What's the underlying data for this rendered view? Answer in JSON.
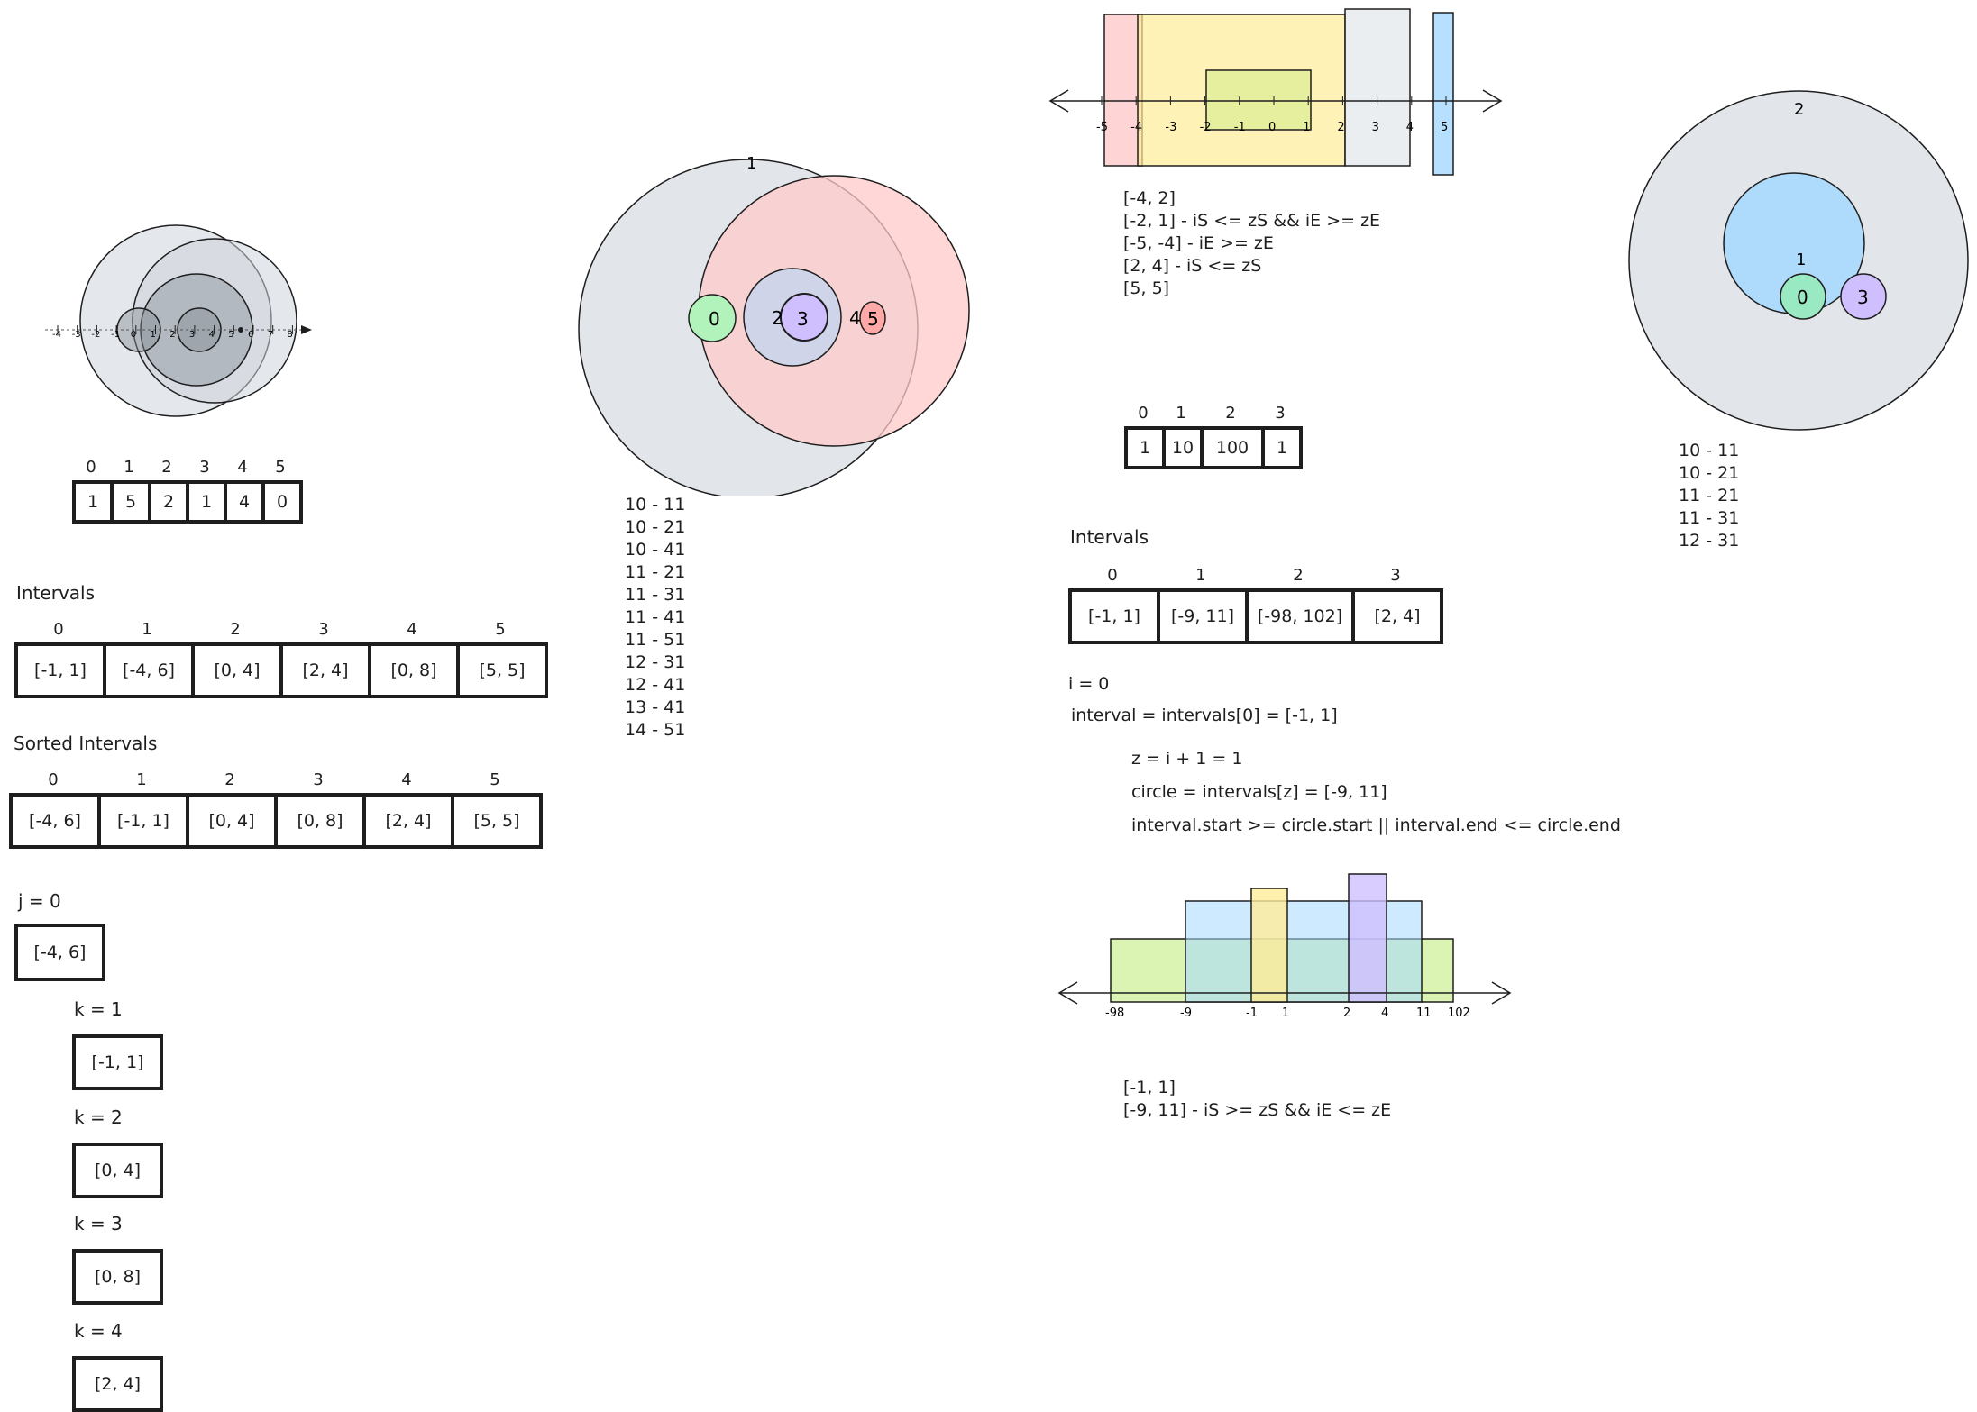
{
  "left": {
    "axis_ticks": [
      "-4",
      "-3",
      "-2",
      "-1",
      "0",
      "1",
      "2",
      "3",
      "4",
      "5",
      "6",
      "7",
      "8"
    ],
    "array": {
      "indices": [
        "0",
        "1",
        "2",
        "3",
        "4",
        "5"
      ],
      "values": [
        "1",
        "5",
        "2",
        "1",
        "4",
        "0"
      ]
    },
    "intervals_label": "Intervals",
    "intervals": {
      "indices": [
        "0",
        "1",
        "2",
        "3",
        "4",
        "5"
      ],
      "values": [
        "[-1, 1]",
        "[-4, 6]",
        "[0, 4]",
        "[2, 4]",
        "[0, 8]",
        "[5, 5]"
      ]
    },
    "sorted_label": "Sorted Intervals",
    "sorted": {
      "indices": [
        "0",
        "1",
        "2",
        "3",
        "4",
        "5"
      ],
      "values": [
        "[-4, 6]",
        "[-1, 1]",
        "[0, 4]",
        "[0, 8]",
        "[2, 4]",
        "[5, 5]"
      ]
    },
    "j_label": "j = 0",
    "j_box": "[-4, 6]",
    "k_steps": [
      {
        "label": "k = 1",
        "box": "[-1, 1]"
      },
      {
        "label": "k = 2",
        "box": "[0, 4]"
      },
      {
        "label": "k = 3",
        "box": "[0, 8]"
      },
      {
        "label": "k = 4",
        "box": "[2, 4]"
      }
    ]
  },
  "middle": {
    "circle_labels": [
      "1",
      "0",
      "2",
      "3",
      "4",
      "5"
    ],
    "pairs": [
      "10 - 11",
      "10 - 21",
      "10 - 41",
      "11 - 21",
      "11 - 31",
      "11 - 41",
      "11 - 51",
      "12 - 31",
      "12 - 41",
      "13 - 41",
      "14 - 51"
    ]
  },
  "right_top": {
    "axis_ticks": [
      "-5",
      "-4",
      "-3",
      "-2",
      "-1",
      "0",
      "1",
      "2",
      "3",
      "4",
      "5"
    ],
    "notes": [
      "[-4, 2]",
      "[-2, 1] - iS <= zS && iE >= zE",
      "[-5, -4] - iE >= zE",
      "[2, 4] - iS <= zS",
      "[5, 5]"
    ],
    "array": {
      "indices": [
        "0",
        "1",
        "2",
        "3"
      ],
      "values": [
        "1",
        "10",
        "100",
        "1"
      ]
    },
    "intervals_label": "Intervals",
    "intervals": {
      "indices": [
        "0",
        "1",
        "2",
        "3"
      ],
      "values": [
        "[-1, 1]",
        "[-9, 11]",
        "[-98, 102]",
        "[2, 4]"
      ]
    },
    "code": [
      "i = 0",
      "interval = intervals[0] = [-1, 1]",
      "z = i + 1 = 1",
      "circle = intervals[z] = [-9, 11]",
      "interval.start >= circle.start || interval.end <= circle.end"
    ],
    "axis2_ticks": [
      "-98",
      "-9",
      "-1",
      "1",
      "2",
      "4",
      "11",
      "102"
    ],
    "notes2": [
      "[-1, 1]",
      "[-9, 11] - iS >= zS && iE <= zE"
    ]
  },
  "far_right": {
    "circle_labels": [
      "2",
      "1",
      "0",
      "3"
    ],
    "pairs": [
      "10 - 11",
      "10 - 21",
      "11 - 21",
      "11 - 31",
      "12 - 31"
    ]
  },
  "colors": {
    "gray": "#ced4da",
    "red": "#ffc9c9",
    "green": "#b2f2bb",
    "purple": "#d0bfff",
    "orange": "#ffa8a8",
    "yellow": "#ffec99",
    "blue": "#a5d8ff",
    "lime": "#c0eb75",
    "ink": "#1e1e1e"
  }
}
